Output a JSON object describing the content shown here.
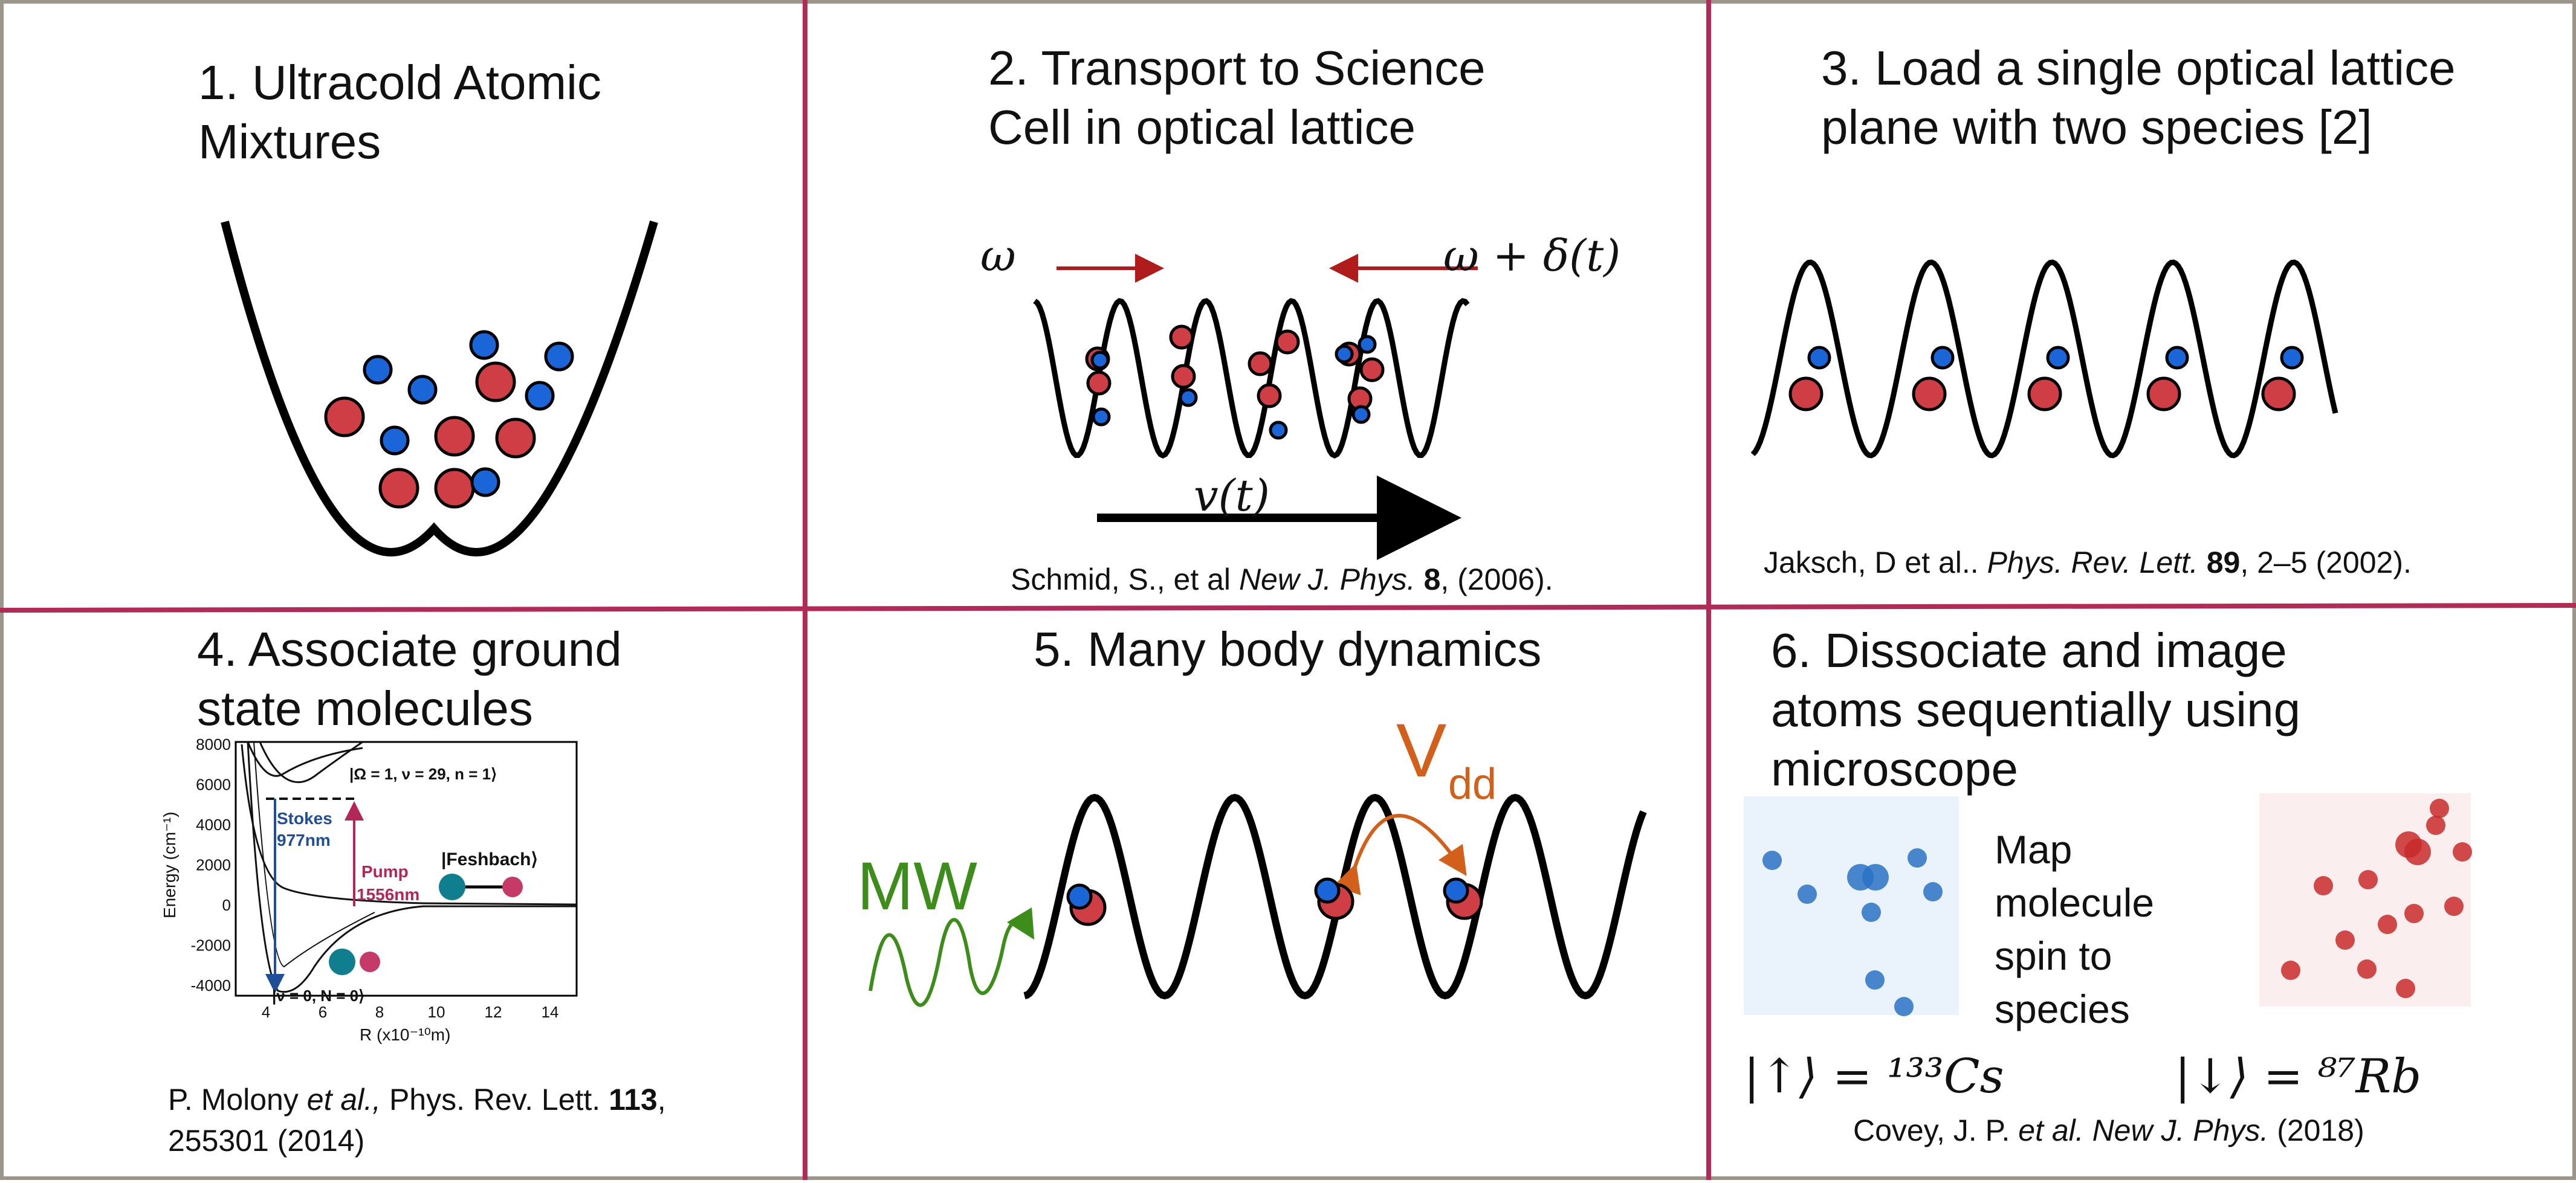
{
  "colors": {
    "frame_outer": "#9c958c",
    "divider": "#b22a55",
    "atom_red": "#cf3e44",
    "atom_blue": "#1a66d8",
    "arrow_red": "#b01c1c",
    "mw_green": "#3c8d1a",
    "vdd_orange": "#d2601a",
    "mol_teal": "#0f7e8e",
    "mol_pink": "#c63a68",
    "stokes_blue": "#1f4f99",
    "pump_pink": "#b32658"
  },
  "panels": {
    "p1": {
      "title": "1. Ultracold Atomic\nMixtures"
    },
    "p2": {
      "title": "2. Transport to Science\nCell in optical lattice",
      "label_left": "ω",
      "label_right": "ω + δ(t)",
      "label_velocity": "v(t)",
      "ref": {
        "authors": "Schmid, S., et al ",
        "journal": "New J. Phys.",
        "volume": "8",
        "rest": ", (2006)."
      }
    },
    "p3": {
      "title": "3. Load a single optical lattice\nplane with two species [2]",
      "ref": {
        "authors": "Jaksch, D et al.. ",
        "journal": "Phys. Rev. Lett.",
        "volume": "89",
        "rest": ", 2–5 (2002)."
      }
    },
    "p4": {
      "title": "4. Associate ground\nstate molecules",
      "ref": {
        "authors": "P. Molony ",
        "etal": "et al.,",
        "journal": " Phys. Rev. Lett. ",
        "volume": "113",
        "rest": ",",
        "line2": "255301 (2014)"
      },
      "inset": {
        "ylabel": "Energy (cm⁻¹)",
        "xlabel": "R (x10⁻¹⁰m)",
        "y_ticks": [
          "8000",
          "6000",
          "4000",
          "2000",
          "0",
          "-2000",
          "-4000"
        ],
        "x_ticks": [
          "4",
          "6",
          "8",
          "10",
          "12",
          "14"
        ],
        "upper_state": "|Ω = 1, ν = 29, n = 1⟩",
        "stokes": "Stokes",
        "stokes_wl": "977nm",
        "pump": "Pump",
        "pump_wl": "1556nm",
        "feshbach": "|Feshbach⟩",
        "ground_state": "|ν = 0, N = 0⟩"
      }
    },
    "p5": {
      "title": "5. Many body dynamics",
      "label_mw": "MW",
      "label_v": "V",
      "label_v_sub": "dd"
    },
    "p6": {
      "title": "6. Dissociate and image\natoms sequentially using\nmicroscope",
      "map_text": "Map\nmolecule\nspin to\nspecies",
      "spin_up": "|↑⟩ = ¹³³Cs",
      "spin_down": "|↓⟩ = ⁸⁷Rb",
      "ref": {
        "authors": "Covey, J. P. ",
        "etal": "et al. New J. Phys.",
        "rest": " (2018)"
      }
    }
  }
}
